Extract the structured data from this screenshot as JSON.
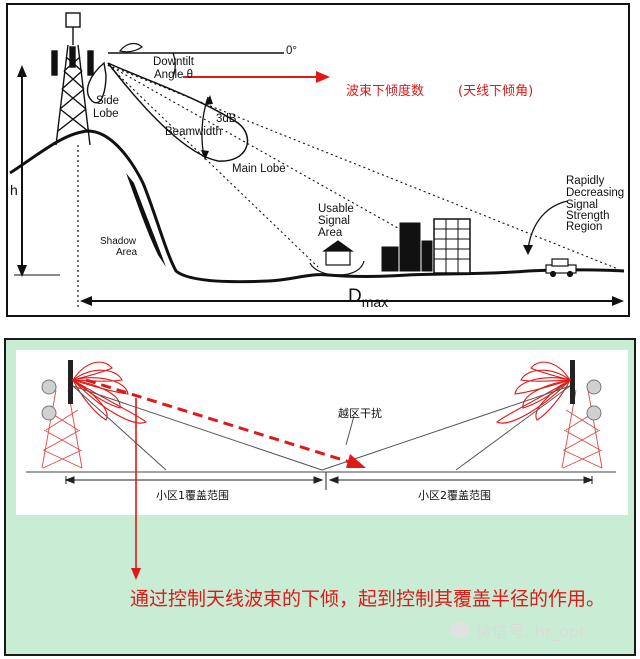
{
  "top_diagram": {
    "zero_degree": "0°",
    "downtilt_line1": "Downtilt",
    "downtilt_line2": "Angle θ",
    "side_lobe_line1": "Side",
    "side_lobe_line2": "Lobe",
    "beamwidth_line1": "3dB",
    "beamwidth_line2": "Beamwidth",
    "main_lobe": "Main Lobe",
    "h_label": "h",
    "shadow_area_line1": "Shadow",
    "shadow_area_line2": "Area",
    "usable_line1": "Usable",
    "usable_line2": "Signal",
    "usable_line3": "Area",
    "rapid_line1": "Rapidly",
    "rapid_line2": "Decreasing",
    "rapid_line3": "Signal",
    "rapid_line4": "Strength",
    "rapid_line5": "Region",
    "dmax_main": "D",
    "dmax_sub": "max",
    "annotation_main": "波束下倾度数",
    "annotation_paren": "(天线下倾角)"
  },
  "bottom_diagram": {
    "interference_label": "越区干扰",
    "cell1_coverage": "小区1覆盖范围",
    "cell2_coverage": "小区2覆盖范围"
  },
  "caption": "通过控制天线波束的下倾，起到控制其覆盖半径的作用。",
  "watermark": "微信号: hr_opt",
  "colors": {
    "accent_red": "#e01818",
    "panel_green": "#c8ecd4",
    "line_dark": "#111111"
  }
}
